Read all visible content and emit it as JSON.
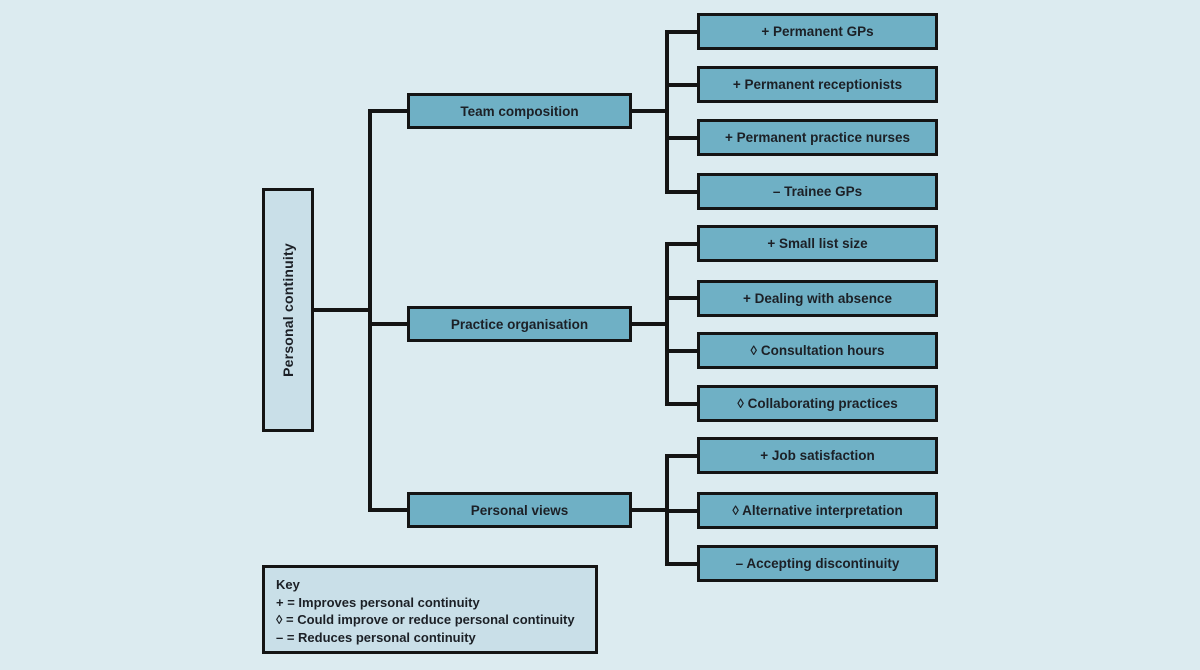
{
  "diagram": {
    "root_label": "Personal continuity",
    "branches": [
      {
        "label": "Team composition",
        "children": [
          {
            "label": "+ Permanent GPs"
          },
          {
            "label": "+ Permanent receptionists"
          },
          {
            "label": "+ Permanent practice nurses"
          },
          {
            "label": "– Trainee GPs"
          }
        ]
      },
      {
        "label": "Practice organisation",
        "children": [
          {
            "label": "+ Small list size"
          },
          {
            "label": "+ Dealing with absence"
          },
          {
            "label": "◊ Consultation hours"
          },
          {
            "label": "◊ Collaborating practices"
          }
        ]
      },
      {
        "label": "Personal views",
        "children": [
          {
            "label": "+ Job satisfaction"
          },
          {
            "label": "◊ Alternative interpretation"
          },
          {
            "label": "– Accepting discontinuity"
          }
        ]
      }
    ],
    "key": {
      "title": "Key",
      "entries": [
        "+ = Improves personal continuity",
        "◊ = Could improve or reduce personal continuity",
        "– = Reduces personal continuity"
      ]
    },
    "colors": {
      "background": "#dcebf0",
      "node_fill": "#6fb0c5",
      "root_fill": "#c9dfe8",
      "line": "#141414",
      "text": "#1c2026"
    }
  }
}
